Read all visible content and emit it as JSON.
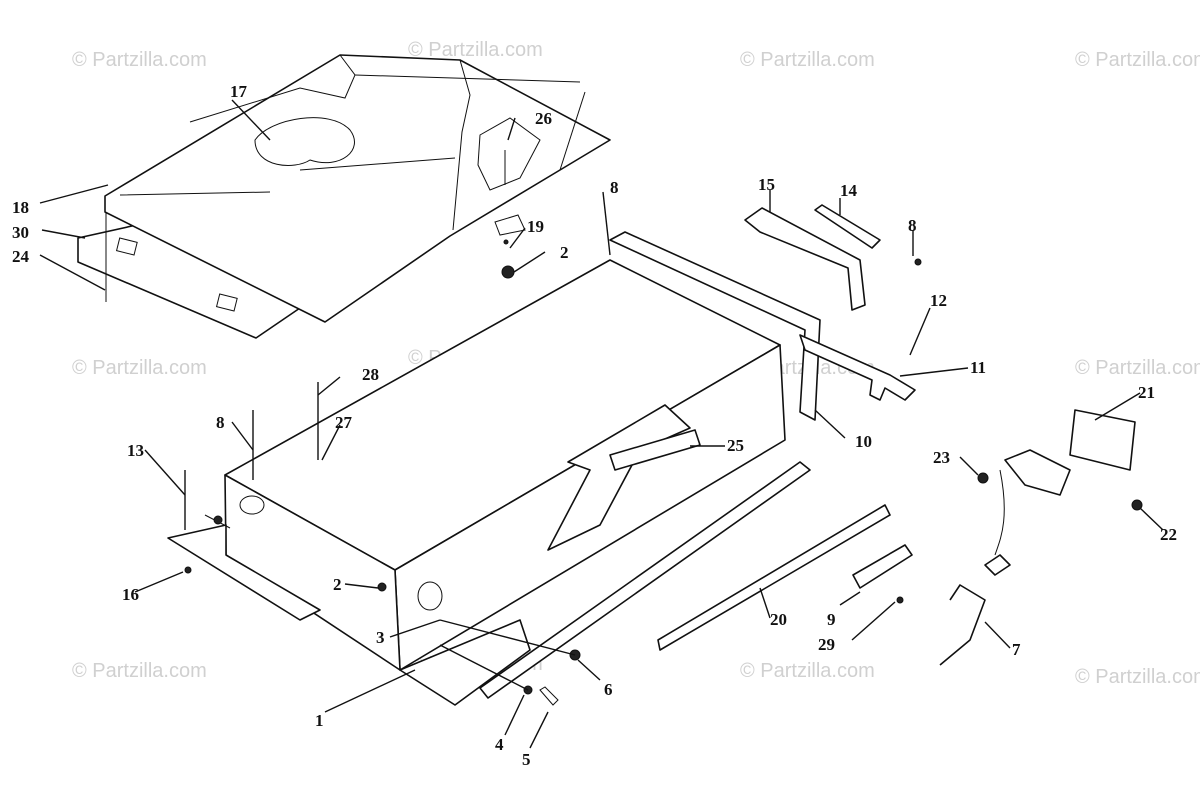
{
  "watermark_text": "© Partzilla.com",
  "callouts": [
    "1",
    "2",
    "3",
    "4",
    "5",
    "6",
    "7",
    "8",
    "9",
    "10",
    "11",
    "12",
    "13",
    "14",
    "15",
    "16",
    "17",
    "18",
    "19",
    "20",
    "21",
    "22",
    "23",
    "24",
    "25",
    "26",
    "27",
    "28",
    "29",
    "30"
  ],
  "labels": {
    "c1": "1",
    "c2a": "2",
    "c2b": "2",
    "c3": "3",
    "c4": "4",
    "c5": "5",
    "c6": "6",
    "c7": "7",
    "c8a": "8",
    "c8b": "8",
    "c8c": "8",
    "c9": "9",
    "c10": "10",
    "c11": "11",
    "c12": "12",
    "c13": "13",
    "c14": "14",
    "c15": "15",
    "c16": "16",
    "c17": "17",
    "c18": "18",
    "c19": "19",
    "c20": "20",
    "c21": "21",
    "c22": "22",
    "c23": "23",
    "c24": "24",
    "c25": "25",
    "c26": "26",
    "c27": "27",
    "c28": "28",
    "c29": "29",
    "c30": "30"
  }
}
